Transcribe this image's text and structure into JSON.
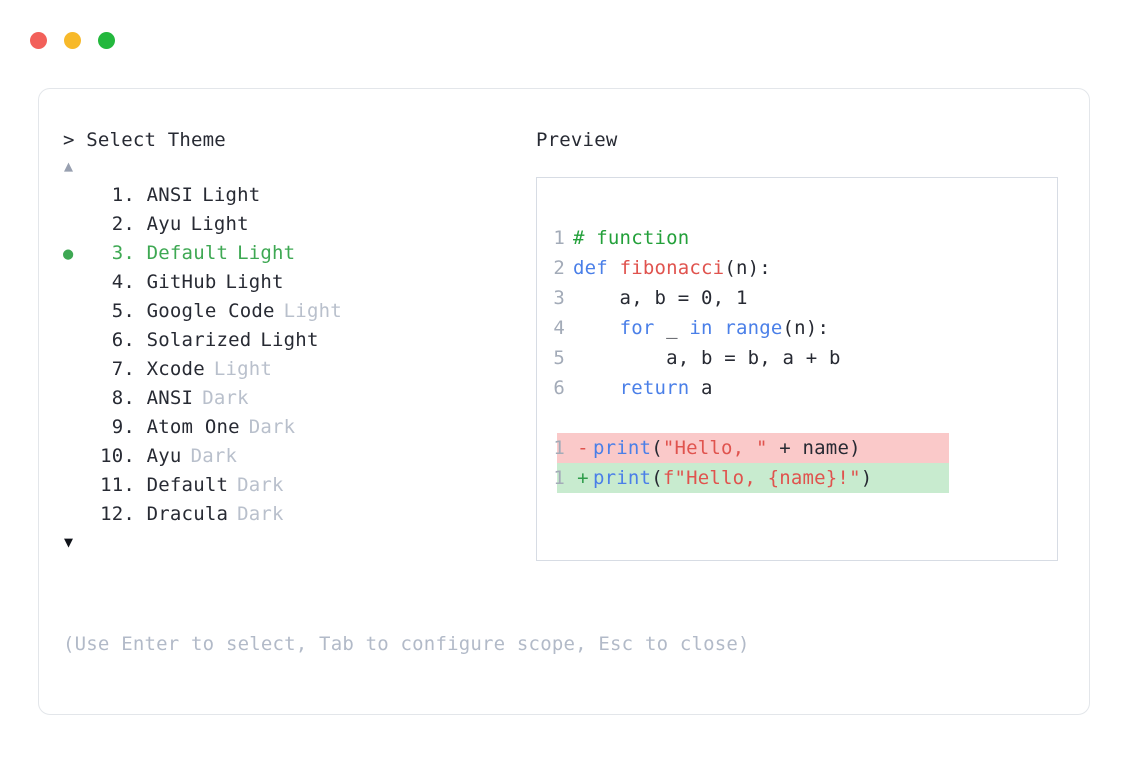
{
  "window": {
    "traffic_lights": [
      {
        "name": "close",
        "color": "#f2605a"
      },
      {
        "name": "minimize",
        "color": "#f7b92a"
      },
      {
        "name": "maximize",
        "color": "#23b83d"
      }
    ]
  },
  "selector": {
    "prompt": "> Select Theme",
    "scroll_up_glyph": "▲",
    "scroll_down_glyph": "▼",
    "selected_bullet": "●",
    "selected_index": 3,
    "items": [
      {
        "bullet": "",
        "index": " 1.",
        "name": "ANSI",
        "variant": "Light",
        "variant_dim": false,
        "selected": false
      },
      {
        "bullet": "",
        "index": " 2.",
        "name": "Ayu",
        "variant": "Light",
        "variant_dim": false,
        "selected": false
      },
      {
        "bullet": "●",
        "index": " 3.",
        "name": "Default",
        "variant": "Light",
        "variant_dim": false,
        "selected": true
      },
      {
        "bullet": "",
        "index": " 4.",
        "name": "GitHub",
        "variant": "Light",
        "variant_dim": false,
        "selected": false
      },
      {
        "bullet": "",
        "index": " 5.",
        "name": "Google Code",
        "variant": "Light",
        "variant_dim": true,
        "selected": false
      },
      {
        "bullet": "",
        "index": " 6.",
        "name": "Solarized",
        "variant": "Light",
        "variant_dim": false,
        "selected": false
      },
      {
        "bullet": "",
        "index": " 7.",
        "name": "Xcode",
        "variant": "Light",
        "variant_dim": true,
        "selected": false
      },
      {
        "bullet": "",
        "index": " 8.",
        "name": "ANSI",
        "variant": "Dark",
        "variant_dim": true,
        "selected": false
      },
      {
        "bullet": "",
        "index": " 9.",
        "name": "Atom One",
        "variant": "Dark",
        "variant_dim": true,
        "selected": false
      },
      {
        "bullet": "",
        "index": "10.",
        "name": "Ayu",
        "variant": "Dark",
        "variant_dim": true,
        "selected": false
      },
      {
        "bullet": "",
        "index": "11.",
        "name": "Default",
        "variant": "Dark",
        "variant_dim": true,
        "selected": false
      },
      {
        "bullet": "",
        "index": "12.",
        "name": "Dracula",
        "variant": "Dark",
        "variant_dim": true,
        "selected": false
      }
    ],
    "help": "(Use Enter to select, Tab to configure scope, Esc to close)"
  },
  "preview": {
    "title": "Preview",
    "code_lines": [
      {
        "ln": "1",
        "tokens": [
          {
            "t": "# function",
            "c": "tok-com"
          }
        ]
      },
      {
        "ln": "2",
        "tokens": [
          {
            "t": "def ",
            "c": "tok-kw"
          },
          {
            "t": "fibonacci",
            "c": "tok-fn"
          },
          {
            "t": "(n):",
            "c": "tok-plain"
          }
        ]
      },
      {
        "ln": "3",
        "tokens": [
          {
            "t": "    a, b = 0, 1",
            "c": "tok-plain"
          }
        ]
      },
      {
        "ln": "4",
        "tokens": [
          {
            "t": "    ",
            "c": "tok-plain"
          },
          {
            "t": "for",
            "c": "tok-kw"
          },
          {
            "t": " _ ",
            "c": "tok-plain"
          },
          {
            "t": "in range",
            "c": "tok-kw"
          },
          {
            "t": "(n):",
            "c": "tok-plain"
          }
        ]
      },
      {
        "ln": "5",
        "tokens": [
          {
            "t": "        a, b = b, a + b",
            "c": "tok-plain"
          }
        ]
      },
      {
        "ln": "6",
        "tokens": [
          {
            "t": "    ",
            "c": "tok-plain"
          },
          {
            "t": "return",
            "c": "tok-kw"
          },
          {
            "t": " a",
            "c": "tok-plain"
          }
        ]
      }
    ],
    "diff_lines": [
      {
        "kind": "del",
        "ln": "1",
        "sign": "-",
        "tokens": [
          {
            "t": "print",
            "c": "tok-kw"
          },
          {
            "t": "(",
            "c": "tok-plain"
          },
          {
            "t": "\"Hello, \"",
            "c": "tok-str"
          },
          {
            "t": " + name)",
            "c": "tok-plain"
          }
        ]
      },
      {
        "kind": "add",
        "ln": "1",
        "sign": "+",
        "tokens": [
          {
            "t": "print",
            "c": "tok-kw"
          },
          {
            "t": "(",
            "c": "tok-plain"
          },
          {
            "t": "f\"Hello, {name}!\"",
            "c": "tok-str"
          },
          {
            "t": ")",
            "c": "tok-plain"
          }
        ]
      }
    ]
  },
  "colors": {
    "accent_selected": "#3ea853",
    "comment": "#23a03a",
    "keyword": "#4a7fe8",
    "function": "#e0534e",
    "string": "#e0534e",
    "text": "#272a33",
    "dim": "#b9c0cc",
    "line_number": "#a3abb8",
    "diff_del_bg": "#fac9c9",
    "diff_add_bg": "#c8ebcf",
    "panel_border": "#d7dce4",
    "card_border": "#e3e6ea"
  }
}
